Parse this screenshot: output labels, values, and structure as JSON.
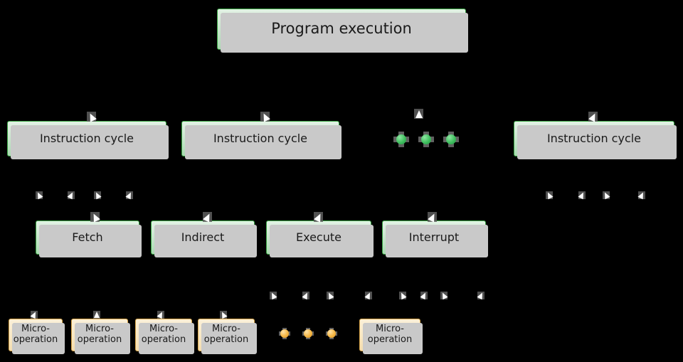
{
  "diagram": {
    "title_node": {
      "label": "Program execution"
    },
    "level_cycles": [
      {
        "label": "Instruction cycle"
      },
      {
        "label": "Instruction cycle"
      },
      {
        "label": "Instruction cycle"
      }
    ],
    "cycle_ellipsis": {
      "kind": "green-dots",
      "count": 3,
      "color": "#3fbf5e"
    },
    "level_phases": [
      {
        "label": "Fetch"
      },
      {
        "label": "Indirect"
      },
      {
        "label": "Execute"
      },
      {
        "label": "Interrupt"
      }
    ],
    "level_micro_ops": [
      {
        "label": "Micro-\noperation"
      },
      {
        "label": "Micro-\noperation"
      },
      {
        "label": "Micro-\noperation"
      },
      {
        "label": "Micro-\noperation"
      },
      {
        "label": "Micro-\noperation"
      }
    ],
    "micro_ellipsis": {
      "kind": "orange-dots",
      "count": 3,
      "color": "#f5b642"
    },
    "colors": {
      "background": "#000000",
      "green_fill_top": "#e2f2e4",
      "green_fill_bottom": "#a9d9b0",
      "green_border": "#3aa544",
      "tan_fill_top": "#fbf0d8",
      "tan_fill_bottom": "#f3dcae",
      "tan_border": "#d9a64a",
      "box_shadow": "#c9c9c9",
      "connector_line": "#000000",
      "arrowhead_fill": "#fdfdfd",
      "arrowhead_shadow": "#5e5e5e",
      "text": "#1a1a1a"
    }
  }
}
